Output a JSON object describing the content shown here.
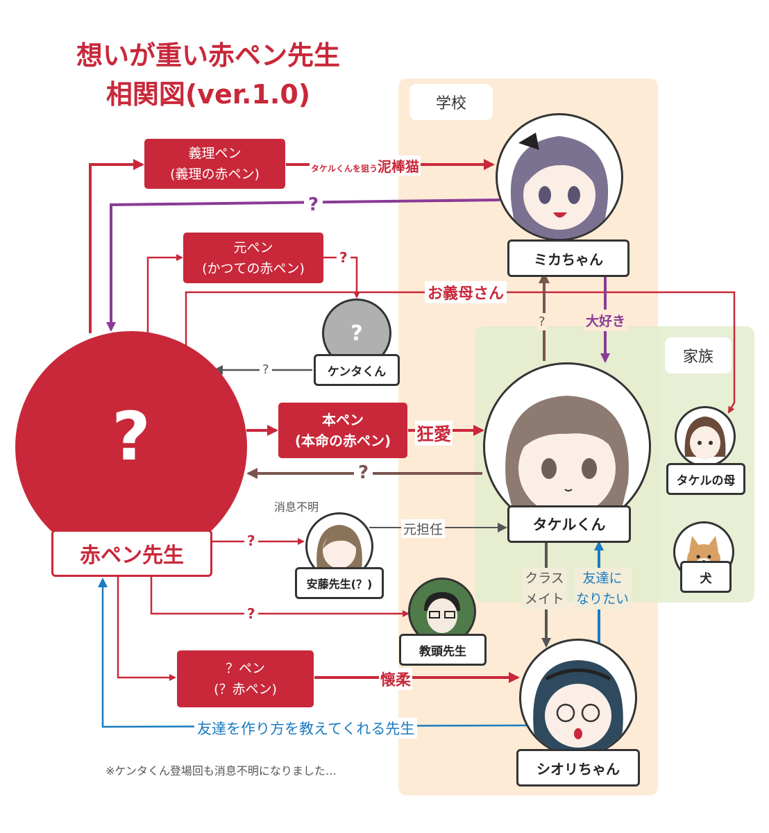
{
  "title": {
    "line1": "想いが重い赤ペン先生",
    "line2": "相関図(ver.1.0)"
  },
  "regions": {
    "school": "学校",
    "family": "家族"
  },
  "boxes": {
    "giri_pen": {
      "line1": "義理ペン",
      "line2": "(義理の赤ペン)"
    },
    "moto_pen": {
      "line1": "元ペン",
      "line2": "(かつての赤ペン)"
    },
    "hon_pen": {
      "line1": "本ペン",
      "line2": "(本命の赤ペン)"
    },
    "q_pen": {
      "line1": "？ペン",
      "line2": "(？赤ペン)"
    }
  },
  "characters": {
    "akapen": {
      "name": "赤ペン先生",
      "mark": "?"
    },
    "mika": {
      "name": "ミカちゃん"
    },
    "kenta": {
      "name": "ケンタくん",
      "mark": "?"
    },
    "takeru": {
      "name": "タケルくん"
    },
    "takeru_mother": {
      "name": "タケルの母"
    },
    "dog": {
      "name": "犬"
    },
    "ando": {
      "name": "安藤先生(？)",
      "note": "消息不明"
    },
    "kyoto": {
      "name": "教頭先生"
    },
    "shiori": {
      "name": "シオリちゃん"
    }
  },
  "edges": {
    "giri_to_mika_small": "タケルくんを狙う",
    "giri_to_mika_big": "泥棒猫",
    "mika_to_akapen": "?",
    "moto_to_kenta": "?",
    "okaasan": "お義母さん",
    "kenta_to_akapen": "?",
    "takeru_to_mika": "?",
    "mika_to_takeru": "大好き",
    "hon_to_takeru": "狂愛",
    "takeru_to_akapen": "?",
    "ando_to_takeru": "元担任",
    "akapen_to_ando": "?",
    "akapen_to_kyoto": "?",
    "takeru_shiori_line1": "クラス",
    "takeru_shiori_line2": "メイト",
    "shiori_takeru_line1": "友達に",
    "shiori_takeru_line2": "なりたい",
    "qpen_to_shiori": "懐柔",
    "shiori_to_akapen": "友達を作り方を教えてくれる先生"
  },
  "footnote": "※ケンタくん登場回も消息不明になりました…",
  "colors": {
    "red": "#c8283a",
    "purple": "#8a3b96",
    "blue": "#1a7bbf",
    "brown": "#7a5550",
    "gray": "#555555",
    "school_bg": "#fdebd6",
    "family_bg": "#e6f0d6"
  }
}
